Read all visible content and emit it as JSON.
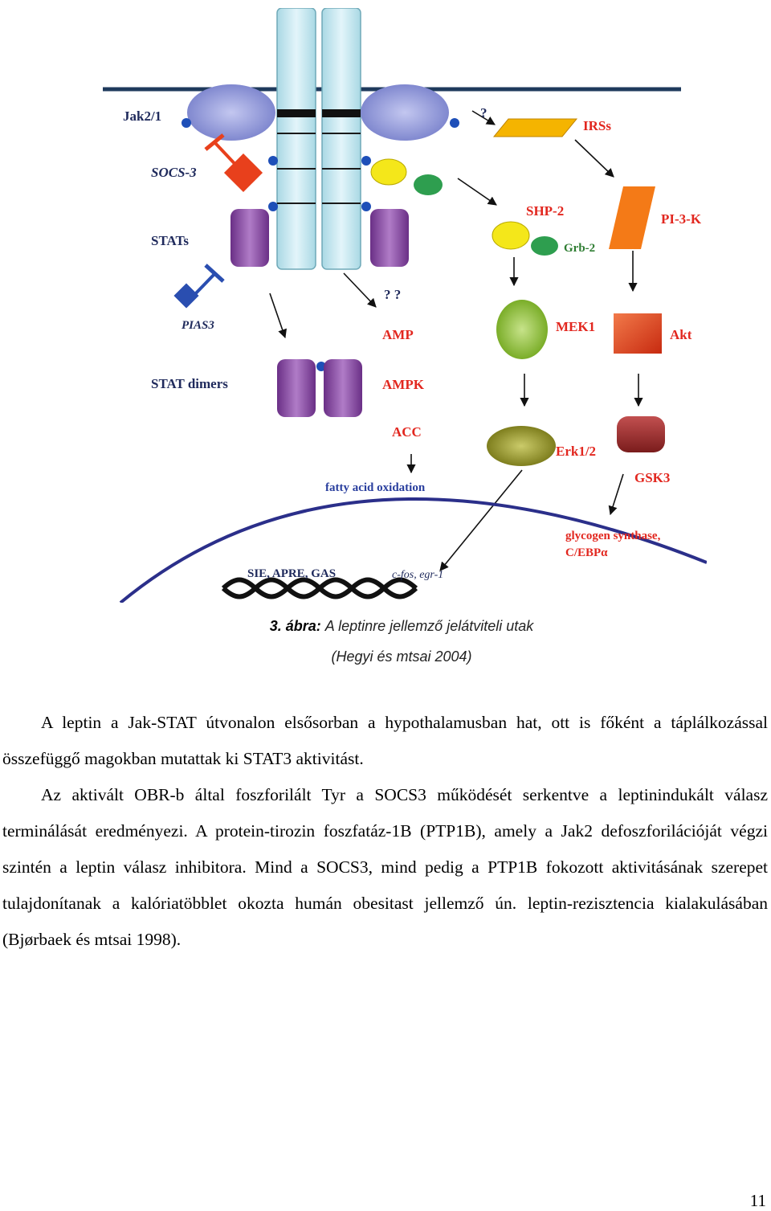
{
  "figure": {
    "labels": {
      "jak": "Jak2/1",
      "socs3": "SOCS-3",
      "stats": "STATs",
      "pias3": "PIAS3",
      "stat_dimers": "STAT dimers",
      "q1": "?",
      "q2": "? ?",
      "irss": "IRSs",
      "shp2": "SHP-2",
      "grb2": "Grb-2",
      "pi3k": "PI-3-K",
      "mek1": "MEK1",
      "akt": "Akt",
      "amp": "AMP",
      "ampk": "AMPK",
      "acc": "ACC",
      "fatty": "fatty acid oxidation",
      "erk": "Erk1/2",
      "gsk3": "GSK3",
      "glycogen": "glycogen synthase,",
      "cebp": "C/EBPα",
      "sie": "SIE, APRE, GAS",
      "cfos": "c-fos, egr-1"
    },
    "colors": {
      "receptor": "#cdeaf2",
      "jak": "#9da3dd",
      "socs": "#e8401c",
      "stat": "#8a3fa6",
      "pias": "#2a4eb0",
      "shp2": "#f4e71a",
      "grb2": "#2e9e4f",
      "irs": "#f5b400",
      "pi3k": "#f47a17",
      "mek": "#9ccb3d",
      "akt": "#e33a1a",
      "erk": "#9a9a2a",
      "gsk": "#9d2a2a",
      "membrane": "#1f2a5c",
      "nucleus": "#2b2f8a"
    }
  },
  "caption": {
    "label": "3. ábra:",
    "title": "A leptinre jellemző jelátviteli utak",
    "source": "(Hegyi és mtsai 2004)"
  },
  "body": {
    "p1": "A leptin a Jak-STAT útvonalon elsősorban a hypothalamusban hat, ott is főként a táplálkozással összefüggő magokban mutattak ki STAT3 aktivitást.",
    "p2": "Az aktivált OBR-b által foszforilált Tyr a SOCS3 működését serkentve a leptinindukált válasz terminálását eredményezi. A protein-tirozin foszfatáz-1B (PTP1B), amely a Jak2 defoszforilációját végzi szintén a leptin válasz inhibitora. Mind a SOCS3, mind pedig a PTP1B fokozott aktivitásának szerepet tulajdonítanak a kalóriatöbblet okozta humán obesitast jellemző ún. leptin-rezisztencia kialakulásában (Bjørbaek és mtsai 1998)."
  },
  "page_number": "11"
}
